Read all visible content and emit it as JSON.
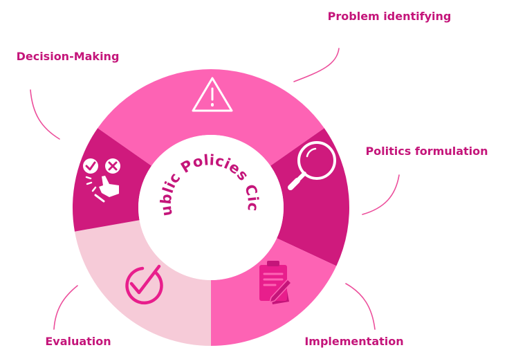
{
  "diagram": {
    "title": "Public Policies Cicle",
    "colors": {
      "dark": "#cf1a7d",
      "medium": "#fd63b4",
      "light": "#f6cbd8",
      "label_text": "#c4157a",
      "leader": "#ec4e9b"
    },
    "stages": [
      {
        "label": "Problem identifying",
        "icon": "warning-triangle-icon",
        "color": "medium"
      },
      {
        "label": "Politics formulation",
        "icon": "magnifying-glass-icon",
        "color": "dark"
      },
      {
        "label": "Implementation",
        "icon": "document-edit-icon",
        "color": "medium"
      },
      {
        "label": "Evaluation",
        "icon": "check-circle-icon",
        "color": "light"
      },
      {
        "label": "Decision-Making",
        "icon": "decision-choice-icon",
        "color": "dark"
      }
    ]
  }
}
